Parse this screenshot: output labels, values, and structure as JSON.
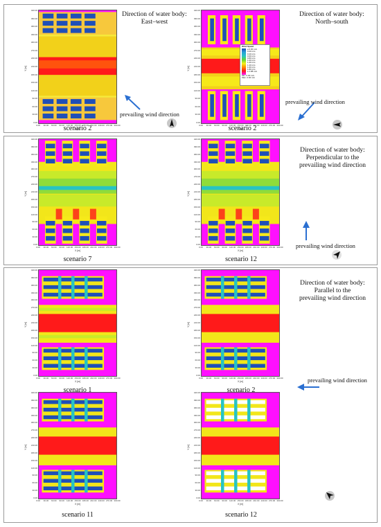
{
  "axes": {
    "yticks": [
      "420.00",
      "390.00",
      "360.00",
      "330.00",
      "300.00",
      "270.00",
      "240.00",
      "210.00",
      "180.00",
      "150.00",
      "120.00",
      "90.00",
      "60.00",
      "30.00",
      "0.00"
    ],
    "xticks": [
      "0.00",
      "30.00",
      "60.00",
      "90.00",
      "120.00",
      "150.00",
      "180.00",
      "210.00",
      "240.00",
      "270.00",
      "300.00"
    ],
    "ylabel": "Y [m]",
    "xlabel": "X [m]"
  },
  "panel1": {
    "left_direction": "Direction of water body:\nEast–west",
    "right_direction": "Direction of water body:\nNorth–south",
    "left_wind": "prevailing wind direction",
    "right_wind": "prevailing wind direction",
    "left_caption": "scenario 2",
    "right_caption": "scenario 2"
  },
  "legend": {
    "title": "Wind Speed",
    "entries": [
      "≥ 0.00 m/s",
      "0.20 m/s",
      "0.40 m/s",
      "0.60 m/s",
      "0.80 m/s",
      "1.00 m/s",
      "1.20 m/s",
      "1.40 m/s",
      "1.60 m/s",
      "1.80 m/s",
      "≤ 1.88 m/s"
    ],
    "min": "Min: 0.00 m/s",
    "max": "Max: 2.02 m/s"
  },
  "panel2": {
    "direction": "Direction of water body:\nPerpendicular to the\nprevailing wind direction",
    "wind": "prevailing wind direction",
    "left_caption": "scenario 7",
    "right_caption": "scenario 12"
  },
  "panel3": {
    "direction": "Direction of water body:\nParallel to the\nprevailing wind direction",
    "wind": "prevailing wind direction",
    "captions": [
      "scenario 1",
      "scenario 2",
      "scenario 11",
      "scenario 12"
    ]
  },
  "colors": {
    "magenta": "#ff10ff",
    "red": "#ff1a1a",
    "orange": "#ff8c00",
    "yellow": "#f2f21a",
    "green": "#5fd63a",
    "cyan": "#27c4c4",
    "blue": "#1f4fb8",
    "arrow": "#2a6fd1"
  }
}
